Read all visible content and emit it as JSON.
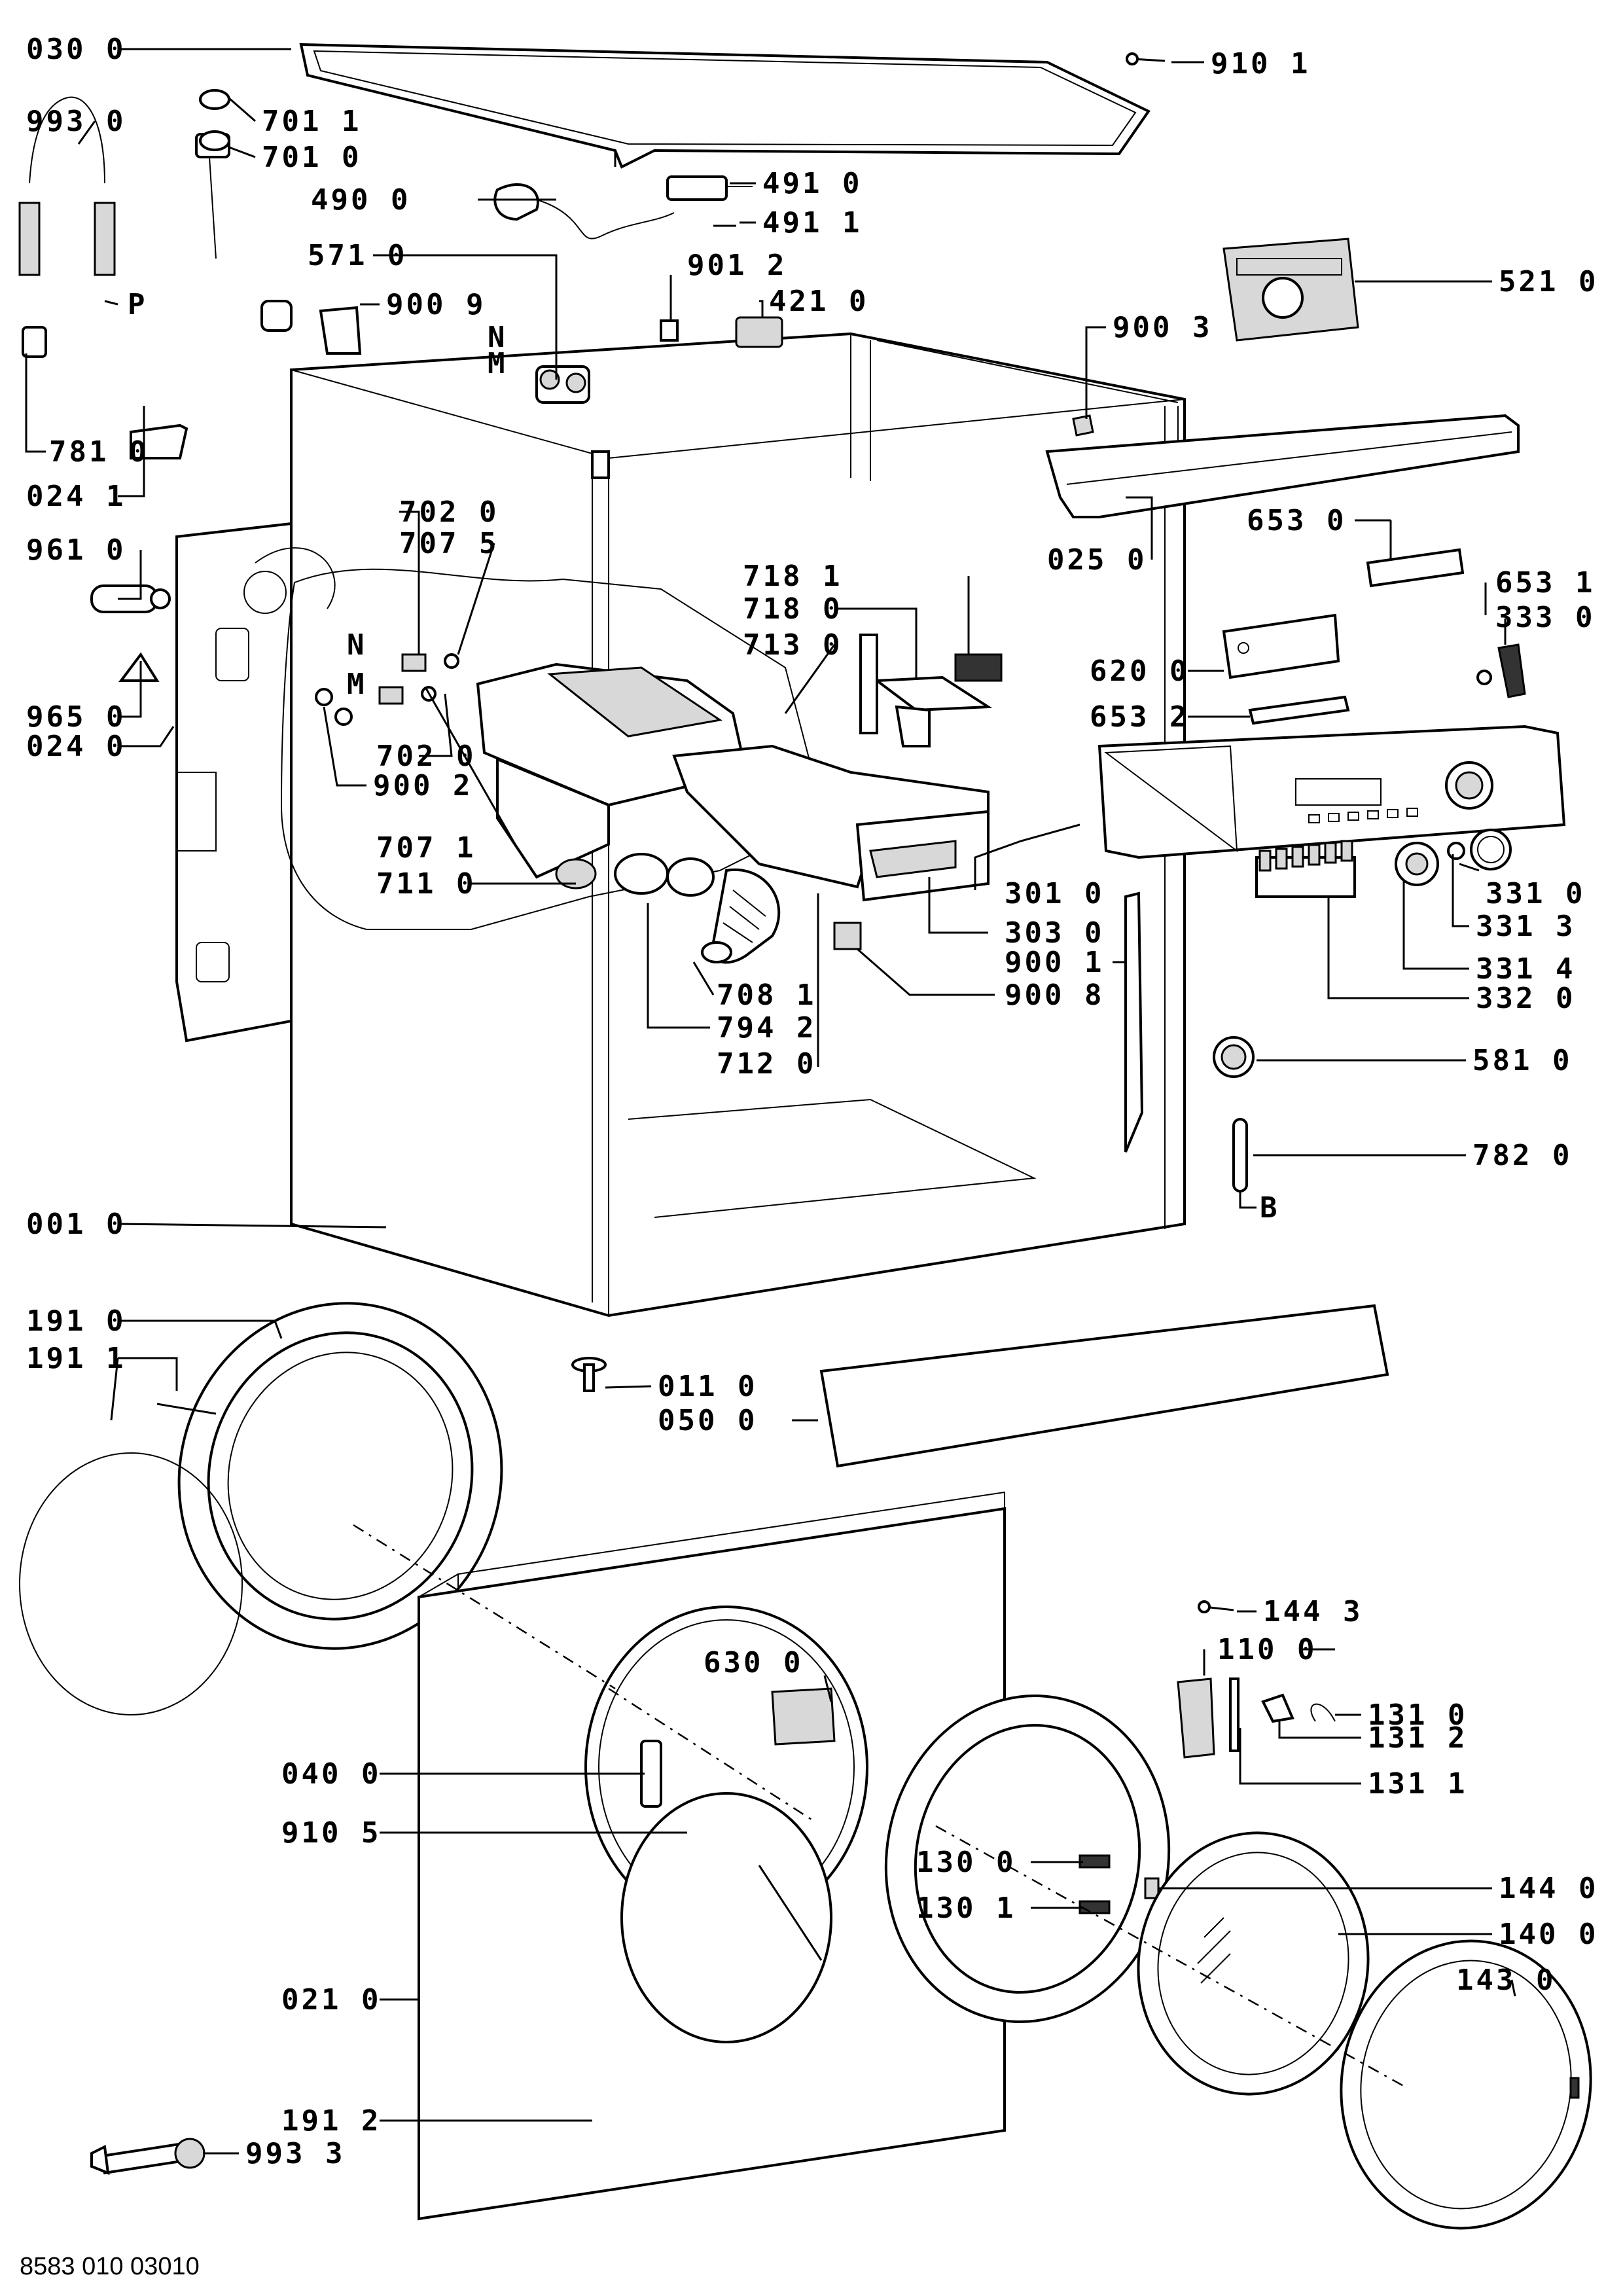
{
  "document_id": "8583 010 03010",
  "labels": {
    "l0300": "030 0",
    "l9101": "910 1",
    "l9930": "993 0",
    "l7011": "701 1",
    "l7010": "701 0",
    "l4900": "490 0",
    "l4910": "491 0",
    "l4911": "491 1",
    "l5710": "571 0",
    "l9012": "901 2",
    "l4210": "421 0",
    "l5210": "521 0",
    "lP": "P",
    "l9009": "900 9",
    "lN1": "N",
    "lM1": "M",
    "l9003": "900 3",
    "l7810": "781 0",
    "l0241": "024 1",
    "l7020a": "702 0",
    "l7075": "707 5",
    "l0250": "025 0",
    "l6530": "653 0",
    "l9610": "961 0",
    "l7181": "718 1",
    "l6531": "653 1",
    "l7180": "718 0",
    "l3330": "333 0",
    "l7130": "713 0",
    "lN2": "N",
    "lM2": "M",
    "l6200": "620 0",
    "l6532": "653 2",
    "l9650": "965 0",
    "l0240": "024 0",
    "l7020b": "702 0",
    "l9002": "900 2",
    "l7071": "707 1",
    "l7110": "711 0",
    "l3010": "301 0",
    "l3310": "331 0",
    "l3030": "303 0",
    "l3313": "331 3",
    "l9001": "900 1",
    "l3314": "331 4",
    "l7081": "708 1",
    "l9008": "900 8",
    "l3320": "332 0",
    "l7942": "794 2",
    "l7120": "712 0",
    "l5810": "581 0",
    "l7820": "782 0",
    "lB": "B",
    "l0010": "001 0",
    "l1910": "191 0",
    "l1911": "191 1",
    "l0110": "011 0",
    "l0500": "050 0",
    "l1443": "144 3",
    "l1100": "110 0",
    "l6300": "630 0",
    "l1310": "131 0",
    "l1312": "131 2",
    "l1311": "131 1",
    "l0400": "040 0",
    "l9105": "910 5",
    "l1300": "130 0",
    "l1440": "144 0",
    "l1301": "130 1",
    "l1400": "140 0",
    "l0210": "021 0",
    "l1430": "143 0",
    "l1912": "191 2",
    "l9933": "993 3"
  }
}
